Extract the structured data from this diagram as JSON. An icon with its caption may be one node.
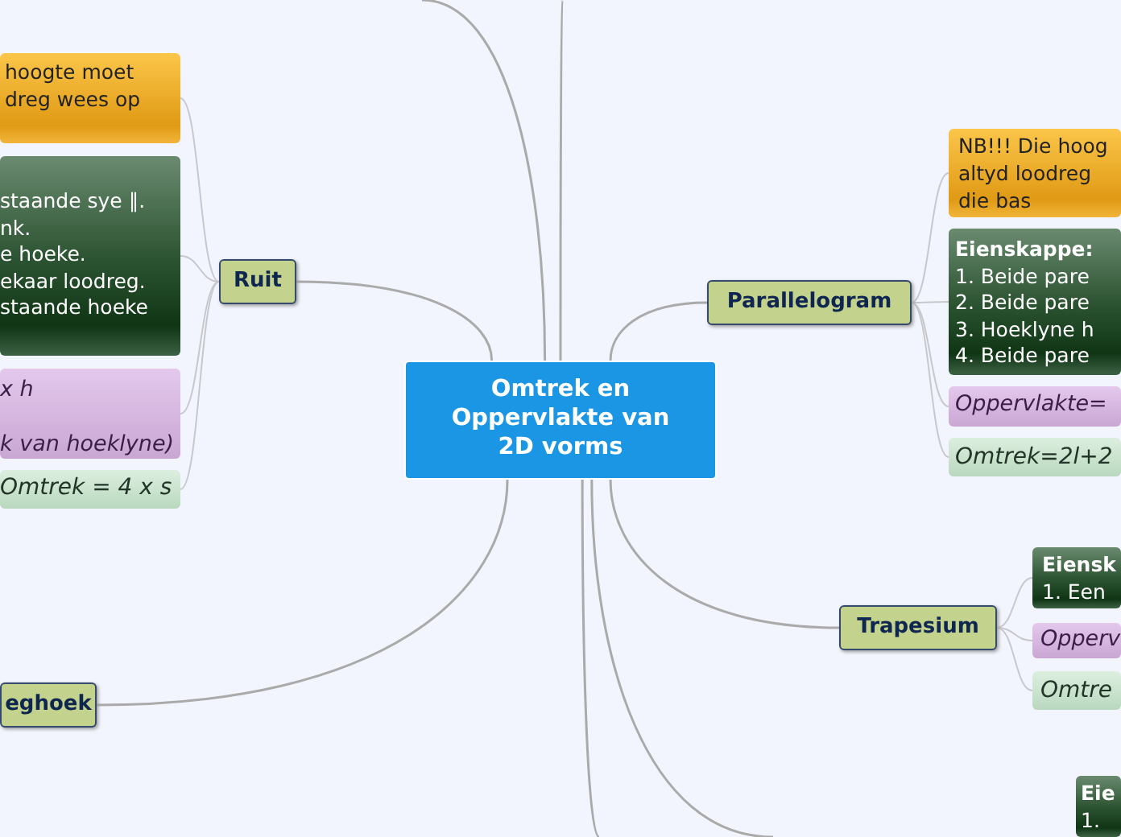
{
  "diagram": {
    "nodes": [
      {
        "text": [
          "Omtrek en Oppervlakte van 2D vorms"
        ]
      },
      {
        "text": [
          "Ruit"
        ]
      },
      {
        "text": [
          "hoogte moet dreg wees op"
        ]
      },
      {
        "text": [
          "staande sye ∥.",
          "nk.",
          "e hoeke.",
          "ekaar loodreg.",
          "staande hoeke"
        ]
      },
      {
        "text": [
          "x h",
          "k van hoeklyne)"
        ]
      },
      {
        "text": [
          "Omtrek = 4 x s"
        ]
      },
      {
        "text": [
          "Parallelogram"
        ]
      },
      {
        "text": [
          "NB!!! Die hoog altyd loodreg die bas"
        ]
      },
      {
        "text": [
          "Eienskappe:",
          "1.  Beide pare",
          "2.  Beide pare",
          "3.  Hoeklyne h",
          "4.  Beide pare"
        ]
      },
      {
        "text": [
          "Oppervlakte="
        ]
      },
      {
        "text": [
          "Omtrek=2l+2"
        ]
      },
      {
        "text": [
          "Trapesium"
        ]
      },
      {
        "text": [
          "Eiensk",
          "1.  Een"
        ]
      },
      {
        "text": [
          "Opperv"
        ]
      },
      {
        "text": [
          "Omtre"
        ]
      },
      {
        "text": [
          "Eie",
          "1."
        ]
      },
      {
        "text": [
          "eghoek"
        ]
      }
    ],
    "edges": [
      {
        "from": 0,
        "to": 1,
        "arrow": "none"
      },
      {
        "from": 1,
        "to": 2,
        "arrow": "none"
      },
      {
        "from": 1,
        "to": 3,
        "arrow": "none"
      },
      {
        "from": 1,
        "to": 4,
        "arrow": "none"
      },
      {
        "from": 1,
        "to": 5,
        "arrow": "none"
      },
      {
        "from": 0,
        "to": 6,
        "arrow": "none"
      },
      {
        "from": 6,
        "to": 7,
        "arrow": "none"
      },
      {
        "from": 6,
        "to": 8,
        "arrow": "none"
      },
      {
        "from": 6,
        "to": 9,
        "arrow": "none"
      },
      {
        "from": 6,
        "to": 10,
        "arrow": "none"
      },
      {
        "from": 0,
        "to": 11,
        "arrow": "none"
      },
      {
        "from": 11,
        "to": 12,
        "arrow": "none"
      },
      {
        "from": 11,
        "to": 13,
        "arrow": "none"
      },
      {
        "from": 11,
        "to": 14,
        "arrow": "none"
      },
      {
        "from": 0,
        "to": 16,
        "arrow": "none"
      },
      {
        "from": 0,
        "to": null,
        "arrow": "none"
      },
      {
        "from": 0,
        "to": null,
        "arrow": "none"
      },
      {
        "from": 0,
        "to": null,
        "arrow": "none"
      },
      {
        "from": 0,
        "to": null,
        "arrow": "none"
      }
    ]
  }
}
